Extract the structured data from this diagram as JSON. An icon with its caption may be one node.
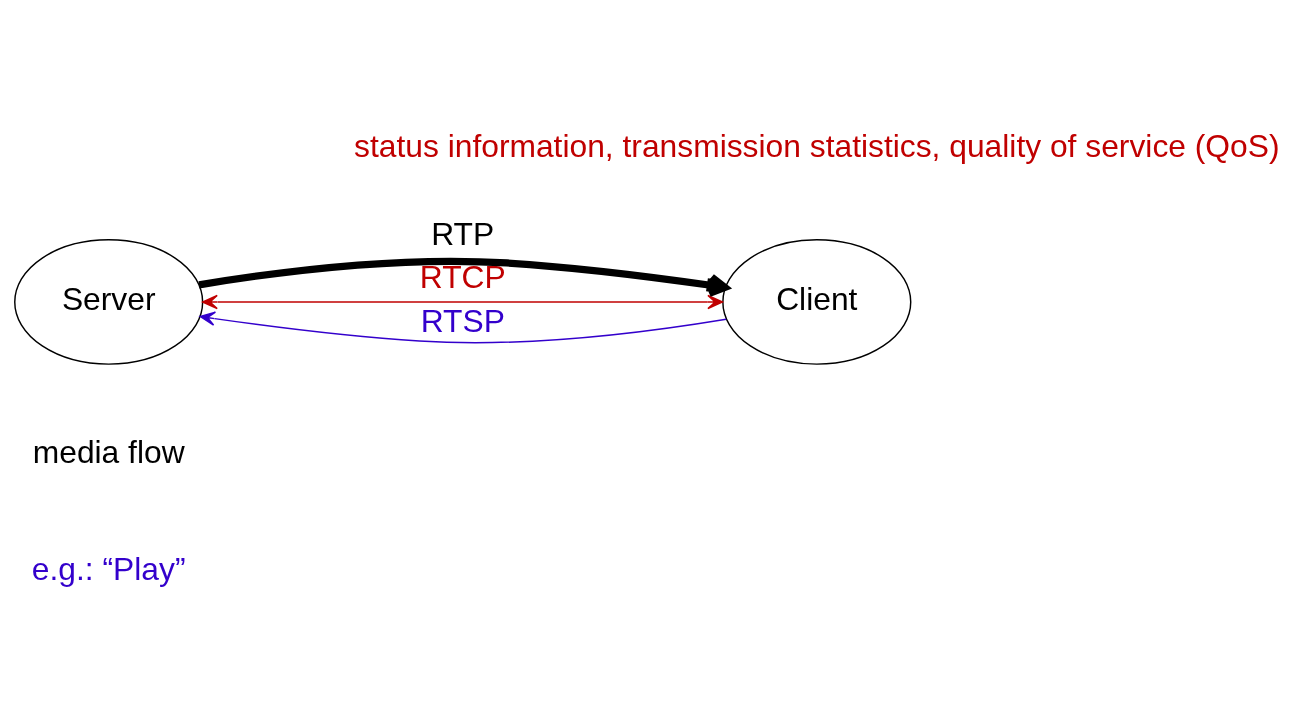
{
  "diagram": {
    "nodes": [
      {
        "text": [
          "Server"
        ]
      },
      {
        "text": [
          "Client"
        ]
      }
    ],
    "edges": [
      {
        "from": 0,
        "to": 1,
        "arrow": "both",
        "label": "RTCP",
        "color": "#c00000"
      },
      {
        "from": 0,
        "to": 1,
        "arrow": "to",
        "label": "RTP",
        "style": "thick",
        "color": "#000000"
      },
      {
        "from": 1,
        "to": 0,
        "arrow": "to",
        "label": "RTSP",
        "color": "#3300cc"
      }
    ],
    "labels": [
      "status information, transmission statistics, quality of service (QoS)",
      "media flow",
      "e.g.: “Play”"
    ]
  }
}
